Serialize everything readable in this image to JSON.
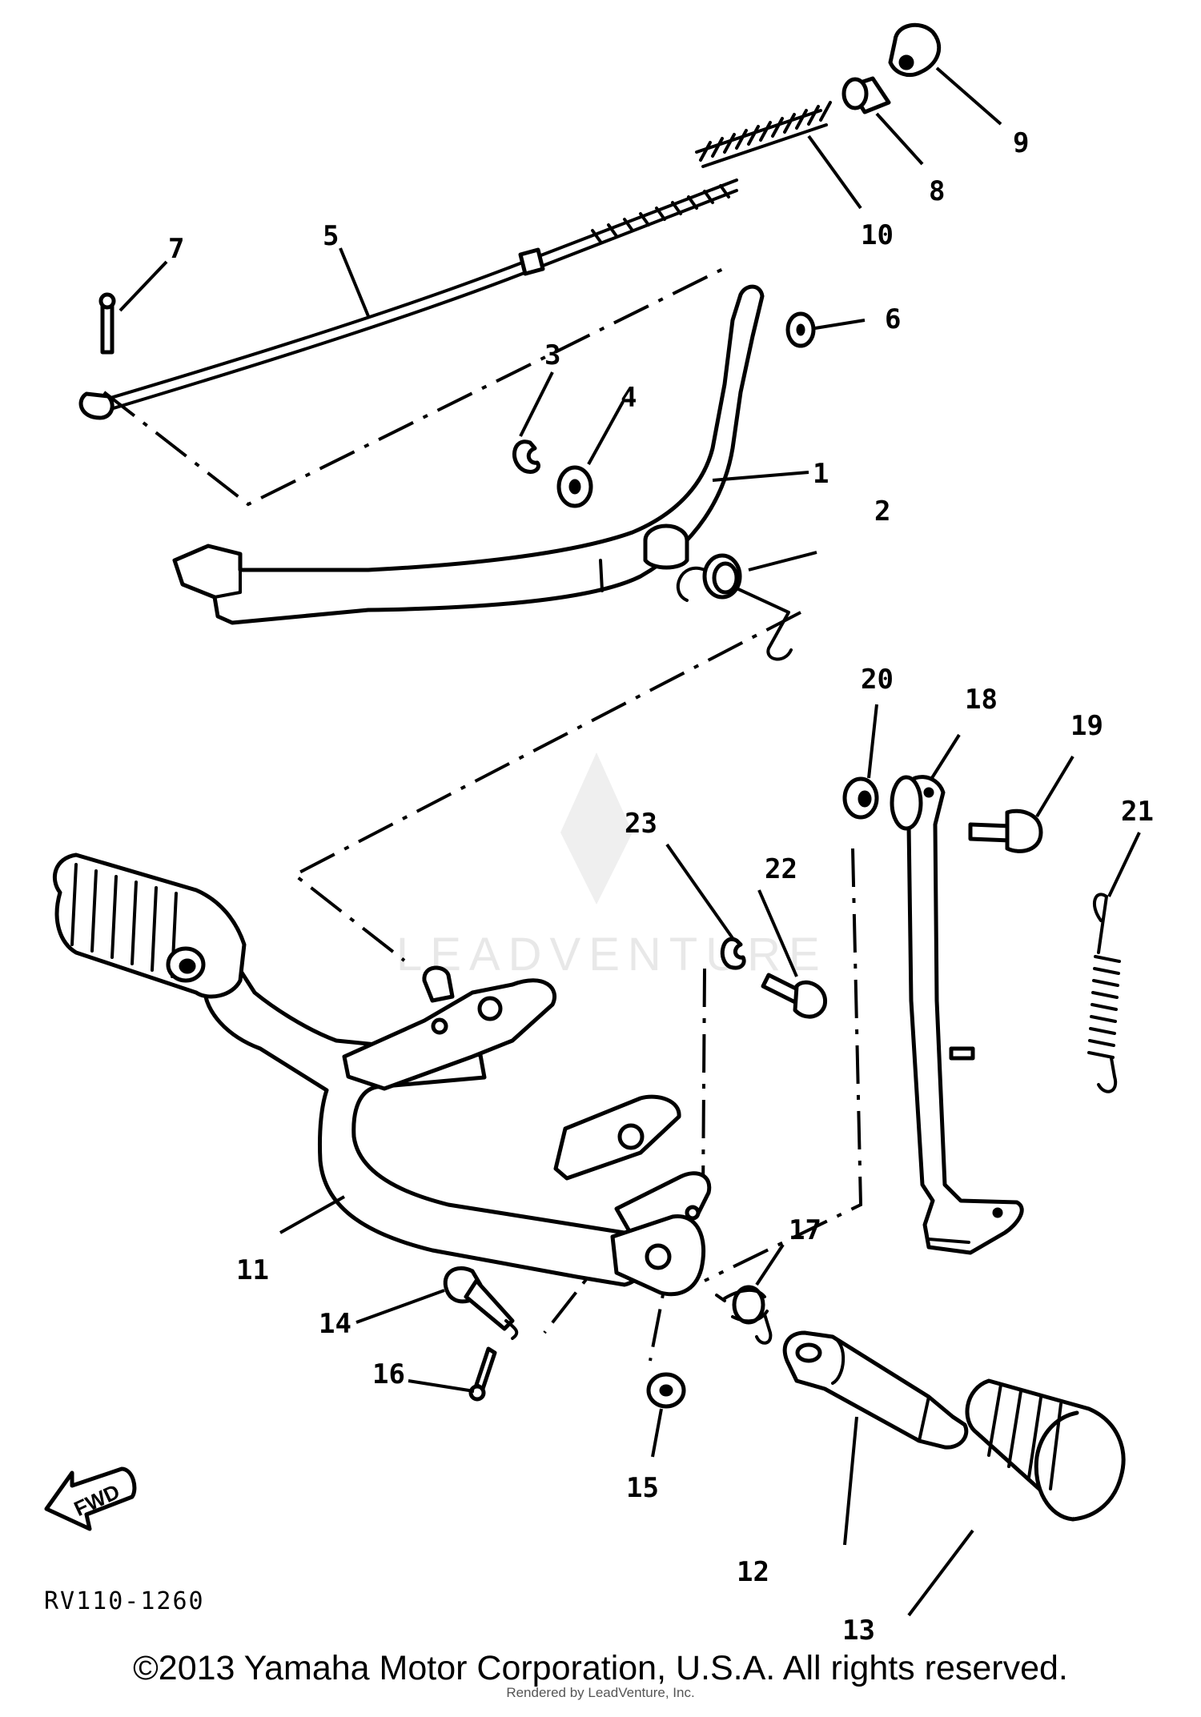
{
  "callouts": {
    "c1": "1",
    "c2": "2",
    "c3": "3",
    "c4": "4",
    "c5": "5",
    "c6": "6",
    "c7": "7",
    "c8": "8",
    "c9": "9",
    "c10": "10",
    "c11": "11",
    "c12": "12",
    "c13": "13",
    "c14": "14",
    "c15": "15",
    "c16": "16",
    "c17": "17",
    "c18": "18",
    "c19": "19",
    "c20": "20",
    "c21": "21",
    "c22": "22",
    "c23": "23"
  },
  "diagram_code": "RV110-1260",
  "fwd_label": "FWD",
  "watermark": "LEADVENTURE",
  "copyright": "©2013 Yamaha Motor Corporation, U.S.A. All rights reserved.",
  "rendered_by": "Rendered by LeadVenture, Inc."
}
